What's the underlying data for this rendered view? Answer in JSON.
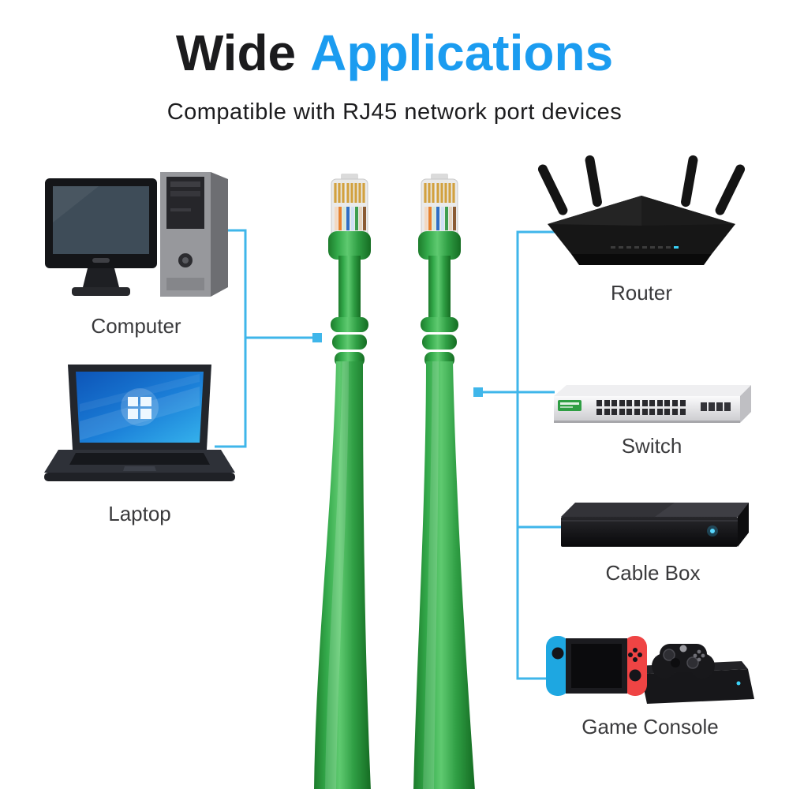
{
  "header": {
    "title_part1": "Wide",
    "title_part2": "Applications",
    "subtitle": "Compatible with RJ45 network port devices"
  },
  "devices": {
    "left": [
      {
        "id": "computer",
        "label": "Computer",
        "icon": "desktop-computer-illustration"
      },
      {
        "id": "laptop",
        "label": "Laptop",
        "icon": "laptop-illustration"
      }
    ],
    "right": [
      {
        "id": "router",
        "label": "Router",
        "icon": "wifi-router-illustration"
      },
      {
        "id": "switch",
        "label": "Switch",
        "icon": "network-switch-illustration"
      },
      {
        "id": "cable_box",
        "label": "Cable Box",
        "icon": "cable-box-illustration"
      },
      {
        "id": "game_console",
        "label": "Game Console",
        "icon": "game-console-illustration"
      }
    ]
  },
  "illustrations": {
    "center": "green-rj45-ethernet-cables",
    "cable_count": 2
  },
  "colors": {
    "title_accent": "#1b9cf0",
    "connector_line_blue": "#3fb6ea",
    "cable_green": "#2e9e3e"
  }
}
